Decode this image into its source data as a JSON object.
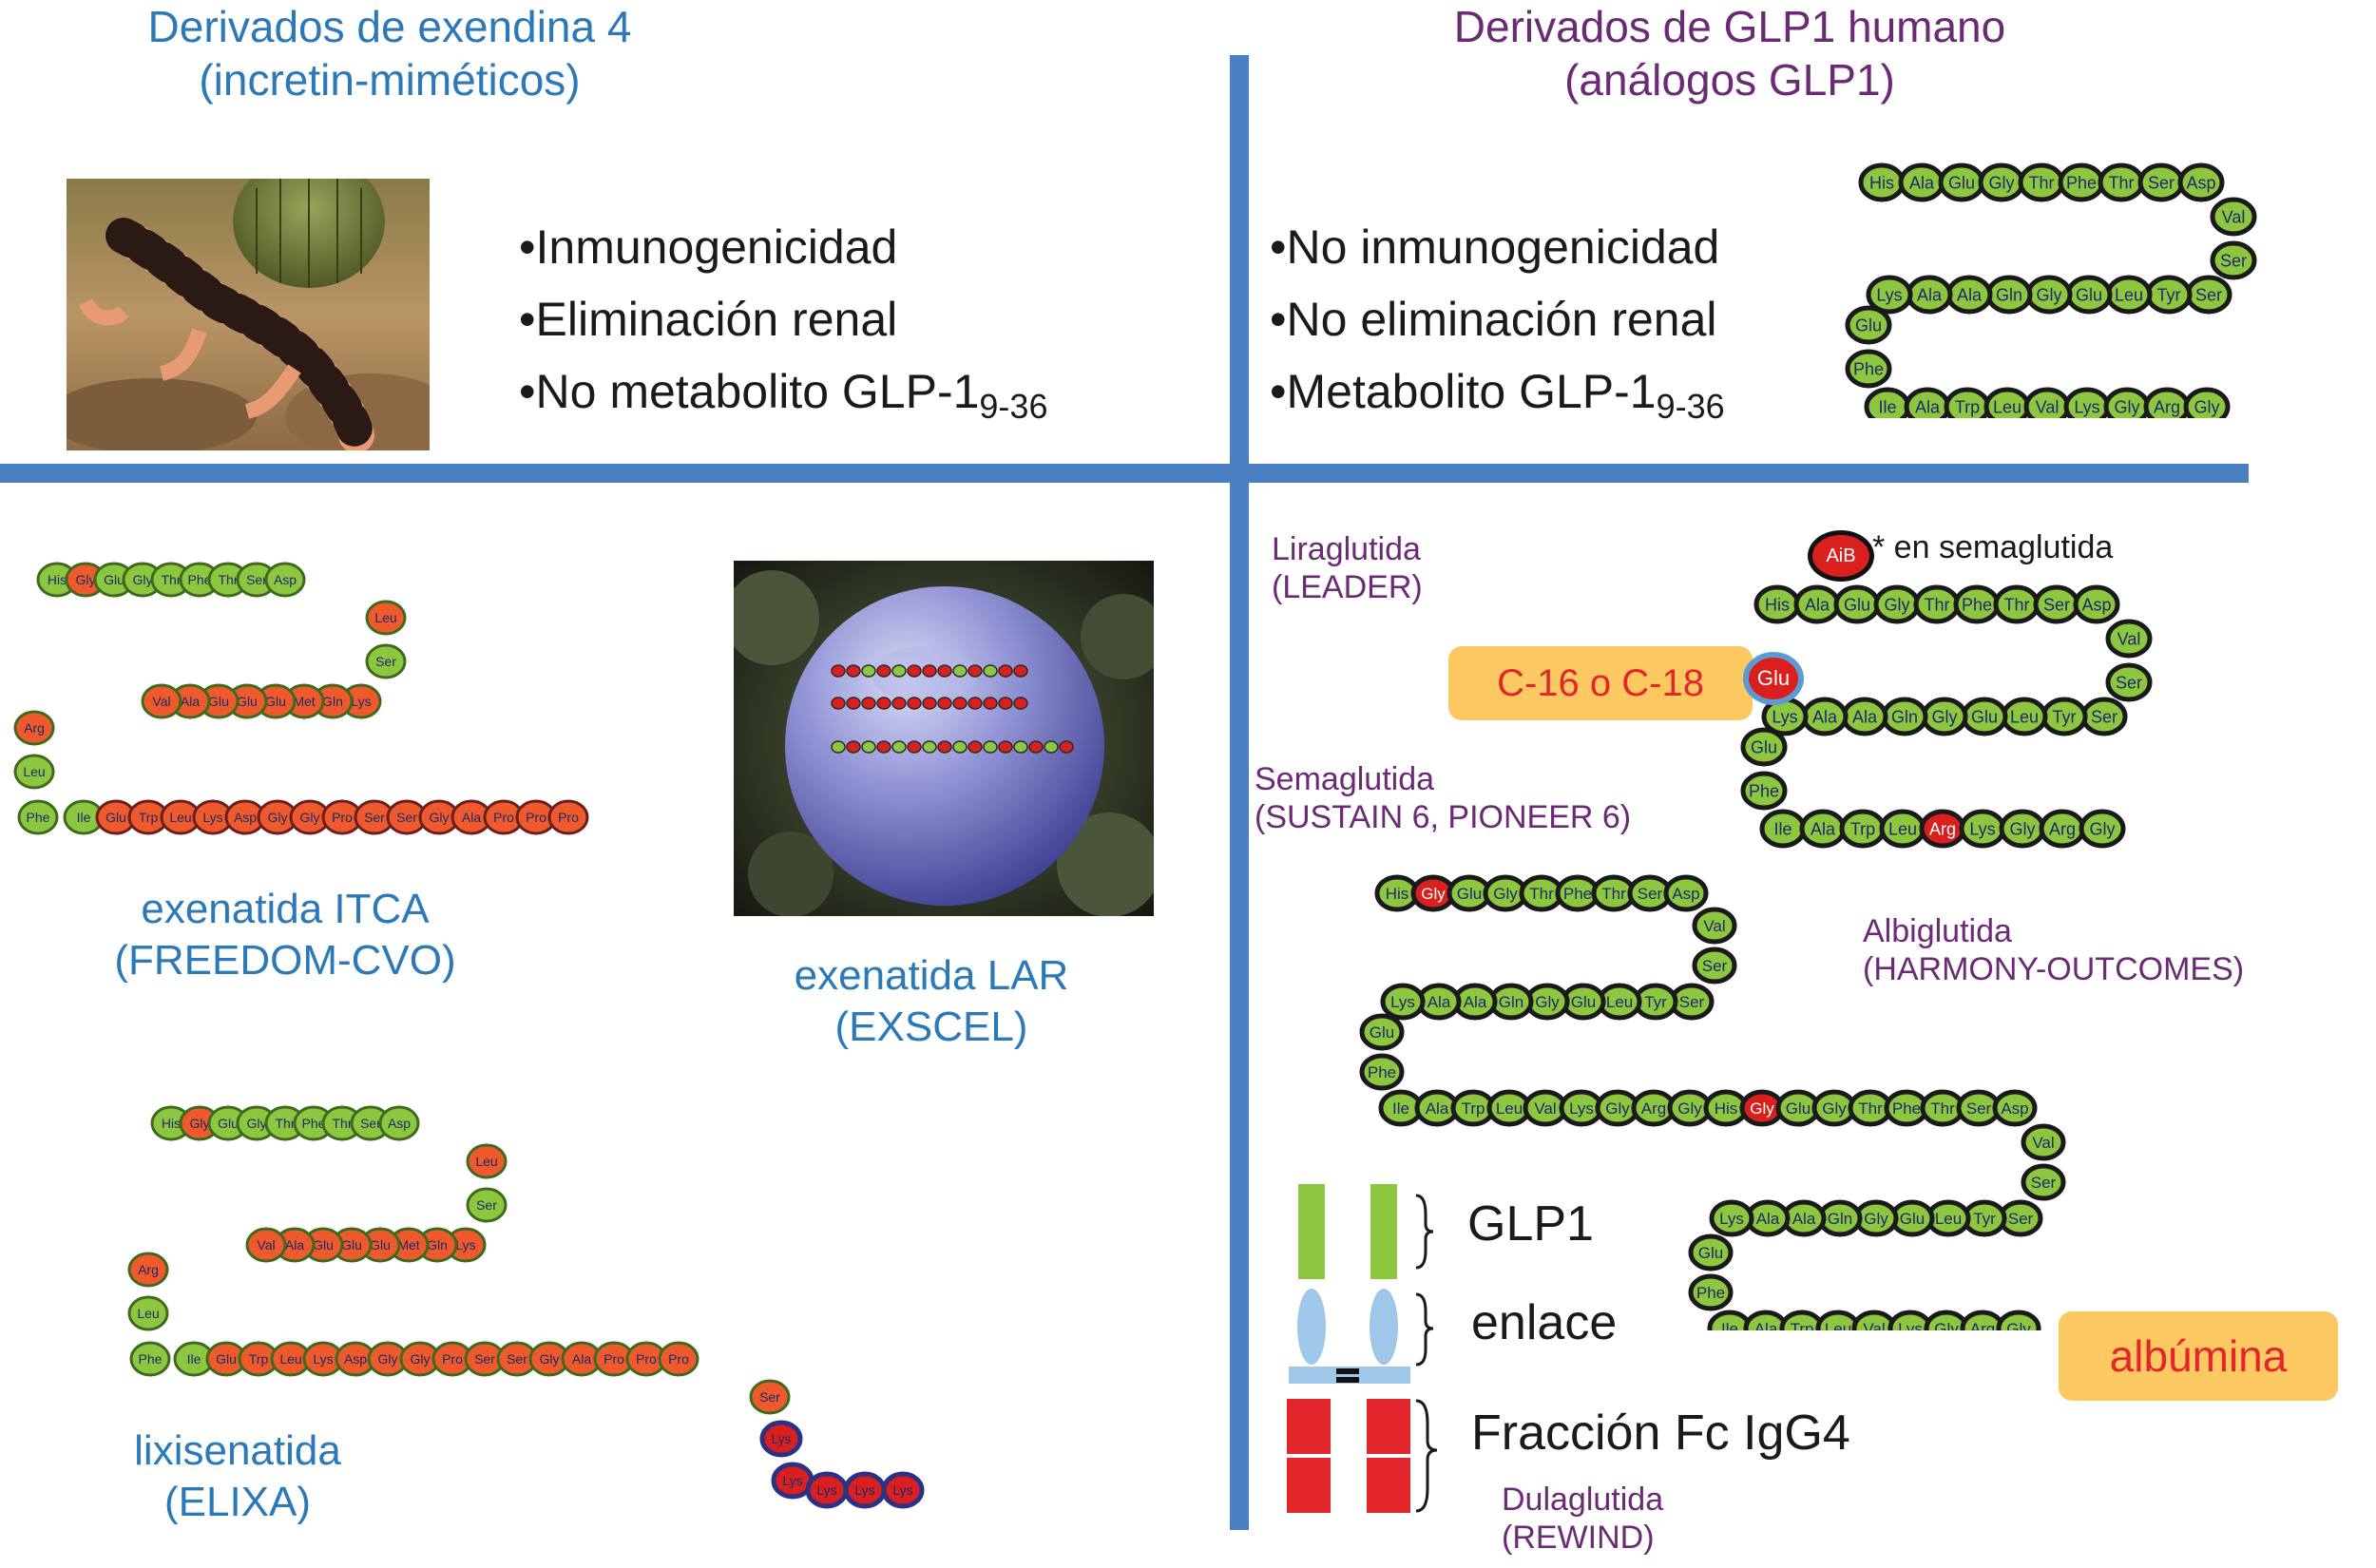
{
  "headers": {
    "left_line1": "Derivados de exendina 4",
    "left_line2": "(incretin-miméticos)",
    "right_line1": "Derivados de GLP1 humano",
    "right_line2": "(análogos GLP1)"
  },
  "left_bullets": [
    {
      "text": "•Inmunogenicidad",
      "sub": ""
    },
    {
      "text": "•Eliminación renal",
      "sub": ""
    },
    {
      "text": "•No metabolito GLP-1",
      "sub": "9-36"
    }
  ],
  "right_bullets": [
    {
      "text": "•No inmunogenicidad",
      "sub": ""
    },
    {
      "text": "•No eliminación renal",
      "sub": ""
    },
    {
      "text": "•Metabolito GLP-1",
      "sub": "9-36"
    }
  ],
  "drugs": {
    "itca_name": "exenatida ITCA",
    "itca_trial": "(FREEDOM-CVO)",
    "lar_name": "exenatida LAR",
    "lar_trial": "(EXSCEL)",
    "lixi_name": "lixisenatida",
    "lixi_trial": "(ELIXA)",
    "lira_name": "Liraglutida",
    "lira_trial": "(LEADER)",
    "sema_name": "Semaglutida",
    "sema_trial": "(SUSTAIN 6, PIONEER 6)",
    "albi_name": "Albiglutida",
    "albi_trial": "(HARMONY-OUTCOMES)",
    "dula_name": "Dulaglutida",
    "dula_trial": "(REWIND)"
  },
  "annotations": {
    "aib_label": "AiB",
    "aib_note": "* en semaglutida",
    "fatty_acid": "C-16 o C-18",
    "albumin": "albúmina",
    "legend_glp1": "GLP1",
    "legend_linker": "enlace",
    "legend_fc": "Fracción Fc IgG4"
  },
  "chains": {
    "exendin": [
      "His",
      "Gly",
      "Glu",
      "Gly",
      "Thr",
      "Phe",
      "Thr",
      "Ser",
      "Asp",
      "Leu",
      "Ser",
      "Lys",
      "Gln",
      "Met",
      "Glu",
      "Glu",
      "Glu",
      "Ala",
      "Val",
      "Arg",
      "Leu",
      "Phe",
      "Ile",
      "Glu",
      "Trp",
      "Leu",
      "Lys",
      "Asp",
      "Gly",
      "Gly",
      "Pro",
      "Ser",
      "Ser",
      "Gly",
      "Ala",
      "Pro",
      "Pro",
      "Pro",
      "Ser"
    ],
    "glp1": [
      "His",
      "Ala",
      "Glu",
      "Gly",
      "Thr",
      "Phe",
      "Thr",
      "Ser",
      "Asp",
      "Val",
      "Ser",
      "Ser",
      "Tyr",
      "Leu",
      "Glu",
      "Gly",
      "Gln",
      "Ala",
      "Ala",
      "Lys",
      "Glu",
      "Phe",
      "Ile",
      "Ala",
      "Trp",
      "Leu",
      "Val",
      "Lys",
      "Gly",
      "Arg",
      "Gly"
    ],
    "albi_a": [
      "His",
      "Gly",
      "Glu",
      "Gly",
      "Thr",
      "Phe",
      "Thr",
      "Ser",
      "Asp",
      "Val",
      "Ser",
      "Ser",
      "Tyr",
      "Leu",
      "Glu",
      "Gly",
      "Gln",
      "Ala",
      "Ala",
      "Lys",
      "Glu",
      "Phe",
      "Ile",
      "Ala",
      "Trp",
      "Leu",
      "Val",
      "Lys",
      "Gly",
      "Arg",
      "Gly"
    ],
    "albi_b": [
      "His",
      "Gly",
      "Glu",
      "Gly",
      "Thr",
      "Phe",
      "Thr",
      "Ser",
      "Asp",
      "Val",
      "Ser",
      "Ser",
      "Tyr",
      "Leu",
      "Glu",
      "Gly",
      "Gln",
      "Ala",
      "Ala",
      "Lys",
      "Glu",
      "Phe",
      "Ile",
      "Ala",
      "Trp",
      "Leu",
      "Val",
      "Lys",
      "Gly",
      "Arg",
      "Gly"
    ],
    "lixi_tail": [
      "Lys",
      "Lys",
      "Lys",
      "Lys",
      "Lys",
      "Lys"
    ],
    "lira_side": "Glu",
    "sema_sub": "Arg"
  },
  "colors": {
    "green": "#8dc63f",
    "orange": "#ee5a2b",
    "red": "#d9201f",
    "navy": "#2c3182",
    "bar": "#4a7fc1",
    "box": "#fbc862"
  }
}
